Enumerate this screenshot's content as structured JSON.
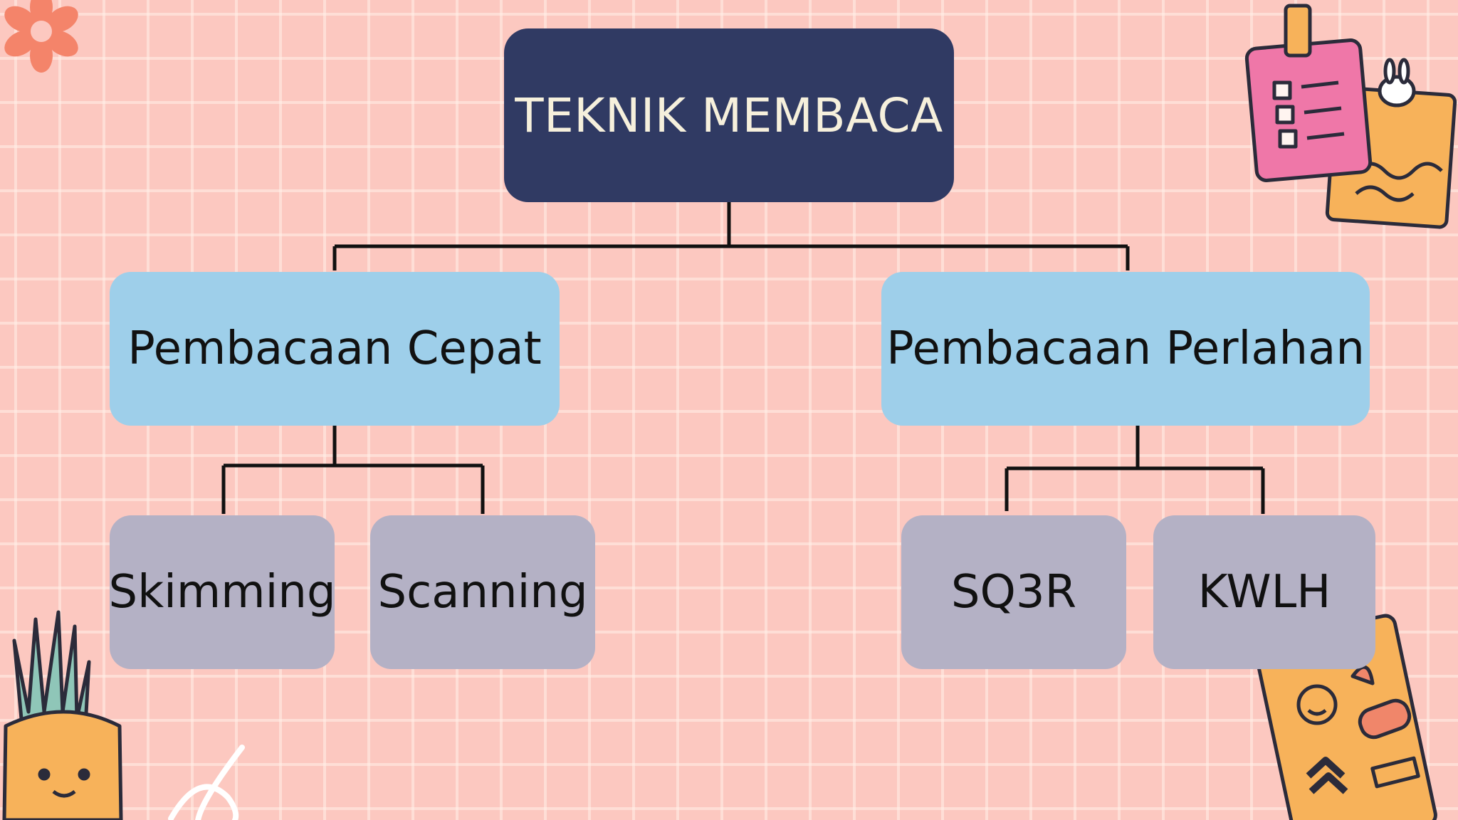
{
  "diagram": {
    "root": {
      "label": "TEKNIK MEMBACA"
    },
    "branches": [
      {
        "label": "Pembacaan Cepat",
        "children": [
          "Skimming",
          "Scanning"
        ]
      },
      {
        "label": "Pembacaan Perlahan",
        "children": [
          "SQ3R",
          "KWLH"
        ]
      }
    ]
  },
  "colors": {
    "background": "#fcc8c0",
    "root_fill": "#303a63",
    "root_text": "#f6f0dc",
    "branch_fill": "#9ecfea",
    "leaf_fill": "#b4b1c5",
    "connector": "#111111"
  },
  "decorations": [
    "flower-icon",
    "checklist-notes-icon",
    "plant-pot-icon",
    "swirl-icon",
    "stickers-folder-icon"
  ]
}
